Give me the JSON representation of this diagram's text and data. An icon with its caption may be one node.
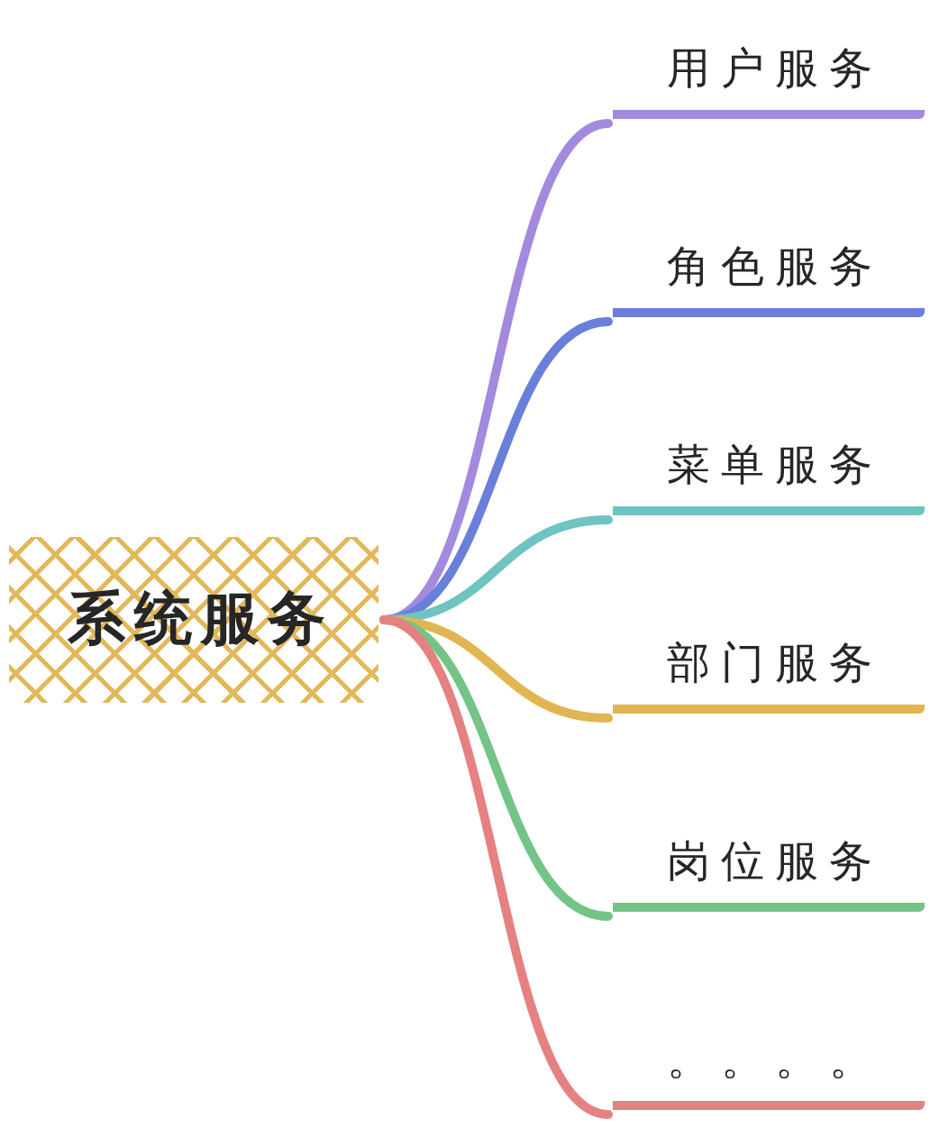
{
  "diagram": {
    "nodes": [
      {
        "text": [
          "系统服务"
        ]
      },
      {
        "text": [
          "用户服务"
        ]
      },
      {
        "text": [
          "角色服务"
        ]
      },
      {
        "text": [
          "菜单服务"
        ]
      },
      {
        "text": [
          "部门服务"
        ]
      },
      {
        "text": [
          "岗位服务"
        ]
      },
      {
        "text": [
          "。。。。"
        ]
      }
    ],
    "edges": [
      {
        "from": 0,
        "to": 1,
        "arrow": "none",
        "color": "#a38ade"
      },
      {
        "from": 0,
        "to": 2,
        "arrow": "none",
        "color": "#6a7fda"
      },
      {
        "from": 0,
        "to": 3,
        "arrow": "none",
        "color": "#6ec4c0"
      },
      {
        "from": 0,
        "to": 4,
        "arrow": "none",
        "color": "#e0b552"
      },
      {
        "from": 0,
        "to": 5,
        "arrow": "none",
        "color": "#74c487"
      },
      {
        "from": 0,
        "to": 6,
        "arrow": "none",
        "color": "#e58181"
      }
    ]
  }
}
